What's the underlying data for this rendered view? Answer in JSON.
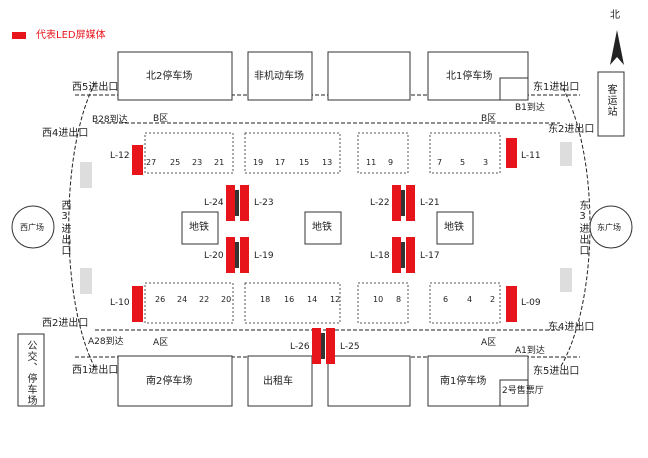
{
  "legend": {
    "label": "代表LED屏媒体",
    "color": "#e8141b"
  },
  "compass": {
    "label": "北"
  },
  "parking": {
    "north2": "北2停车场",
    "non_motor": "非机动车场",
    "north1": "北1停车场",
    "south2": "南2停车场",
    "taxi": "出租车",
    "south1": "南1停车场"
  },
  "stations": {
    "passenger": "客运站",
    "bus": "公交、停车场",
    "ticket_hall": "2号售票厅"
  },
  "plazas": {
    "west": "西广场",
    "east": "东广场"
  },
  "metro": [
    "地铁",
    "地铁",
    "地铁"
  ],
  "exits": {
    "west5": "西5进出口",
    "west4": "西4进出口",
    "west3": "西3进出口",
    "west2": "西2进出口",
    "west1": "西1进出口",
    "east1": "东1进出口",
    "east2": "东2进出口",
    "east3": "东3进出口",
    "east4": "东4进出口",
    "east5": "东5进出口"
  },
  "arrivals": {
    "b28": "B28到达",
    "b1": "B1到达",
    "a28": "A28到达",
    "a1": "A1到达"
  },
  "zones": {
    "b_left": "B区",
    "b_right": "B区",
    "a_left": "A区",
    "a_right": "A区"
  },
  "leds": {
    "l12": "L-12",
    "l11": "L-11",
    "l10": "L-10",
    "l09": "L-09",
    "l24": "L-24",
    "l23": "L-23",
    "l22": "L-22",
    "l21": "L-21",
    "l20": "L-20",
    "l19": "L-19",
    "l18": "L-18",
    "l17": "L-17",
    "l26": "L-26",
    "l25": "L-25"
  },
  "platforms": {
    "b_west": [
      "27",
      "25",
      "23",
      "21"
    ],
    "b_mid_left": [
      "19",
      "17",
      "15",
      "13"
    ],
    "b_mid_right": [
      "11",
      "9"
    ],
    "b_east": [
      "7",
      "5",
      "3"
    ],
    "a_west": [
      "26",
      "24",
      "22",
      "20"
    ],
    "a_mid_left": [
      "18",
      "16",
      "14",
      "12"
    ],
    "a_mid_right": [
      "10",
      "8"
    ],
    "a_east": [
      "6",
      "4",
      "2"
    ]
  }
}
